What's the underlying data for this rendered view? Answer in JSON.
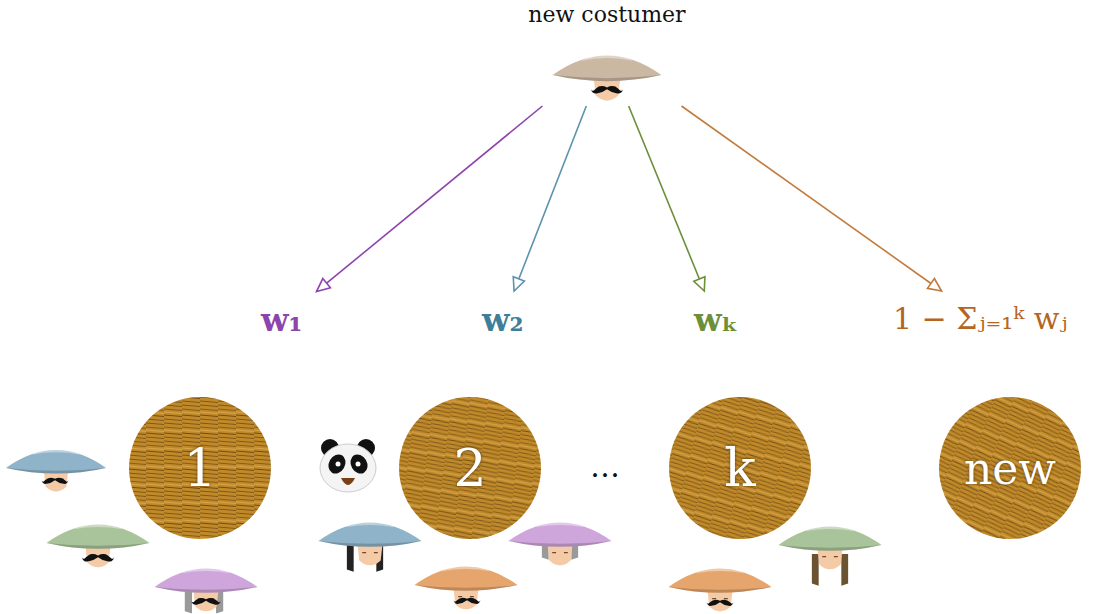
{
  "diagram": {
    "nodes": [
      {
        "text": [
          "new costumer"
        ]
      },
      {
        "text": [
          "w₁"
        ]
      },
      {
        "text": [
          "w₂"
        ]
      },
      {
        "text": [
          "wₖ"
        ]
      },
      {
        "text": [
          "1 − Σⱼ₌₁ᵏ wⱼ"
        ]
      },
      {
        "text": [
          "1"
        ]
      },
      {
        "text": [
          "2"
        ]
      },
      {
        "text": [
          "k"
        ]
      },
      {
        "text": [
          "new"
        ]
      }
    ],
    "edges": [
      {
        "from": 0,
        "to": 1,
        "arrow": "to"
      },
      {
        "from": 0,
        "to": 2,
        "arrow": "to"
      },
      {
        "from": 0,
        "to": 3,
        "arrow": "to"
      },
      {
        "from": 0,
        "to": 4,
        "arrow": "to"
      }
    ],
    "labels": [
      "…"
    ]
  }
}
